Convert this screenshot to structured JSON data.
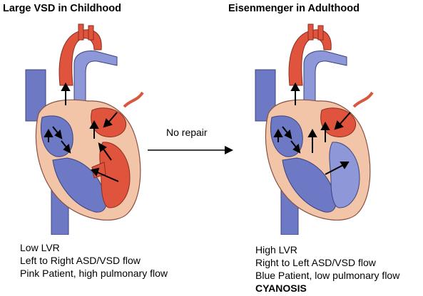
{
  "left_panel": {
    "title": "Large VSD in Childhood",
    "caption_lines": [
      "Low LVR",
      "Left to Right ASD/VSD flow",
      "Pink Patient, high pulmonary flow"
    ]
  },
  "right_panel": {
    "title": "Eisenmenger in Adulthood",
    "caption_lines": [
      "High LVR",
      "Right to Left ASD/VSD flow",
      "Blue Patient, low pulmonary flow",
      "CYANOSIS"
    ]
  },
  "transition": {
    "label": "No repair"
  },
  "colors": {
    "oxygenated_red": "#e0533c",
    "deoxygenated_blue": "#6d79c4",
    "muscle_pink": "#f2c4a8",
    "arrow_black": "#000000"
  }
}
